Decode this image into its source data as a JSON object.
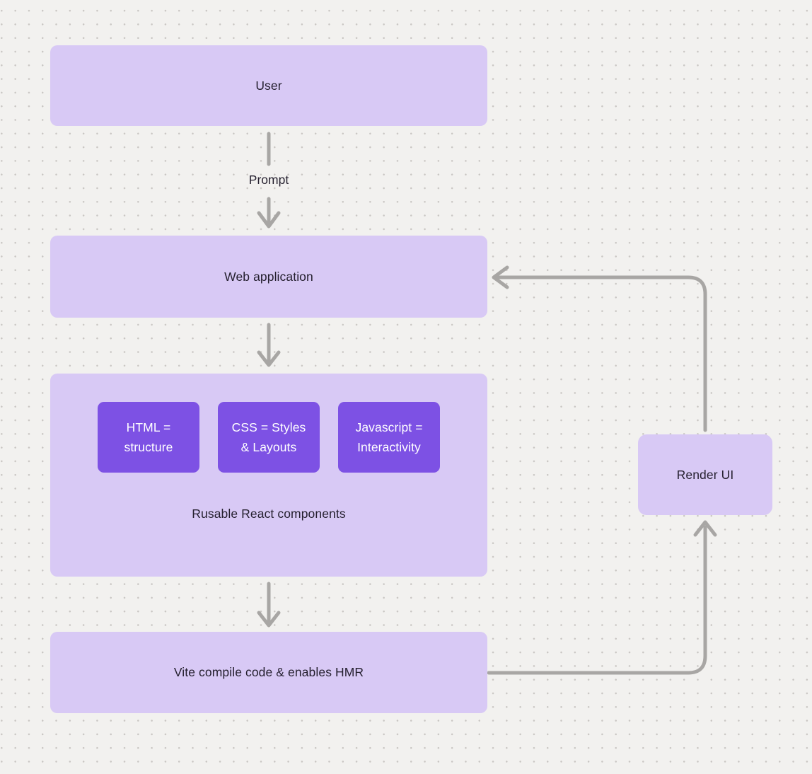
{
  "diagram": {
    "nodes": {
      "user": {
        "label": "User"
      },
      "web_application": {
        "label": "Web application"
      },
      "components": {
        "label": "Rusable React components",
        "children": [
          {
            "label": "HTML = structure"
          },
          {
            "label": "CSS = Styles & Layouts"
          },
          {
            "label": "Javascript = Interactivity"
          }
        ]
      },
      "vite": {
        "label": "Vite compile code & enables HMR"
      },
      "render_ui": {
        "label": "Render UI"
      }
    },
    "edges": {
      "user_to_webapp_label": "Prompt"
    },
    "colors": {
      "background": "#f2f1ef",
      "grid_dot": "#c9c6c3",
      "node_fill": "#d8c9f5",
      "child_node_fill": "#7d51e4",
      "child_node_text": "#ffffff",
      "node_text": "#241f2e",
      "arrow": "#a8a6a4"
    }
  }
}
